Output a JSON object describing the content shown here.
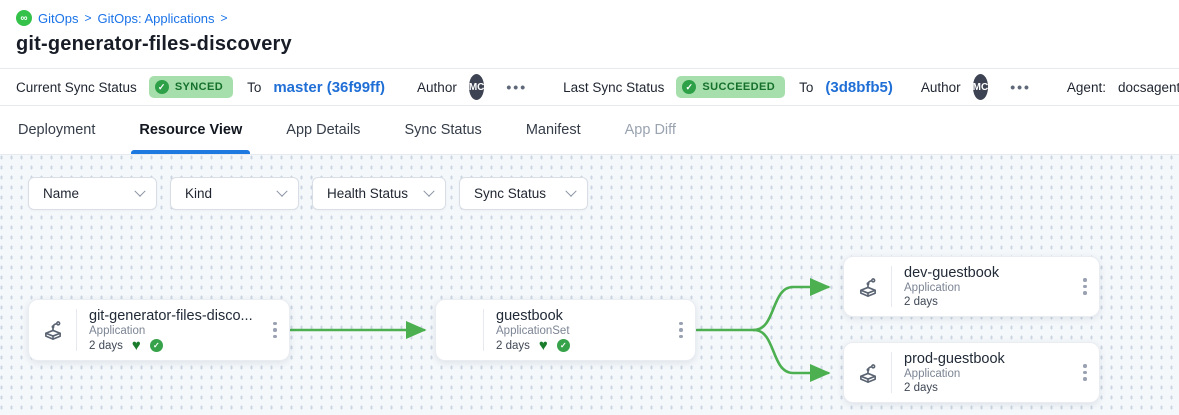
{
  "breadcrumb": {
    "icon": "gitops-loop-icon",
    "items": [
      {
        "label": "GitOps"
      },
      {
        "label": "GitOps: Applications"
      }
    ],
    "separator": ">"
  },
  "page": {
    "title": "git-generator-files-discovery"
  },
  "status_bar": {
    "current": {
      "label": "Current Sync Status",
      "badge": "SYNCED",
      "to_label": "To",
      "revision": "master (36f99ff)",
      "author_label": "Author",
      "author_initials": "MC",
      "more": "•••"
    },
    "last": {
      "label": "Last Sync Status",
      "badge": "SUCCEEDED",
      "to_label": "To",
      "revision": "(3d8bfb5)",
      "author_label": "Author",
      "author_initials": "MC",
      "more": "•••"
    },
    "agent": {
      "label": "Agent:",
      "value": "docsagent"
    }
  },
  "tabs": [
    {
      "label": "Deployment"
    },
    {
      "label": "Resource View"
    },
    {
      "label": "App Details"
    },
    {
      "label": "Sync Status"
    },
    {
      "label": "Manifest"
    },
    {
      "label": "App Diff"
    }
  ],
  "filters": [
    "Name",
    "Kind",
    "Health Status",
    "Sync Status"
  ],
  "nodes": [
    {
      "name": "git-generator-files-disco...",
      "kind": "Application",
      "age": "2 days"
    },
    {
      "name": "guestbook",
      "kind": "ApplicationSet",
      "age": "2 days"
    },
    {
      "name": "dev-guestbook",
      "kind": "Application",
      "age": "2 days"
    },
    {
      "name": "prod-guestbook",
      "kind": "Application",
      "age": "2 days"
    }
  ],
  "colors": {
    "accent_blue": "#1d78e0",
    "link_blue": "#1a73e8",
    "edge_green": "#4caf50",
    "badge_bg": "#a6dfab",
    "badge_text": "#15702c",
    "heart_green": "#1b7d2c"
  },
  "icons": {
    "breadcrumb_glyph": "∞",
    "badge_check": "✓",
    "node_check": "✓",
    "node_heart": "♥"
  }
}
